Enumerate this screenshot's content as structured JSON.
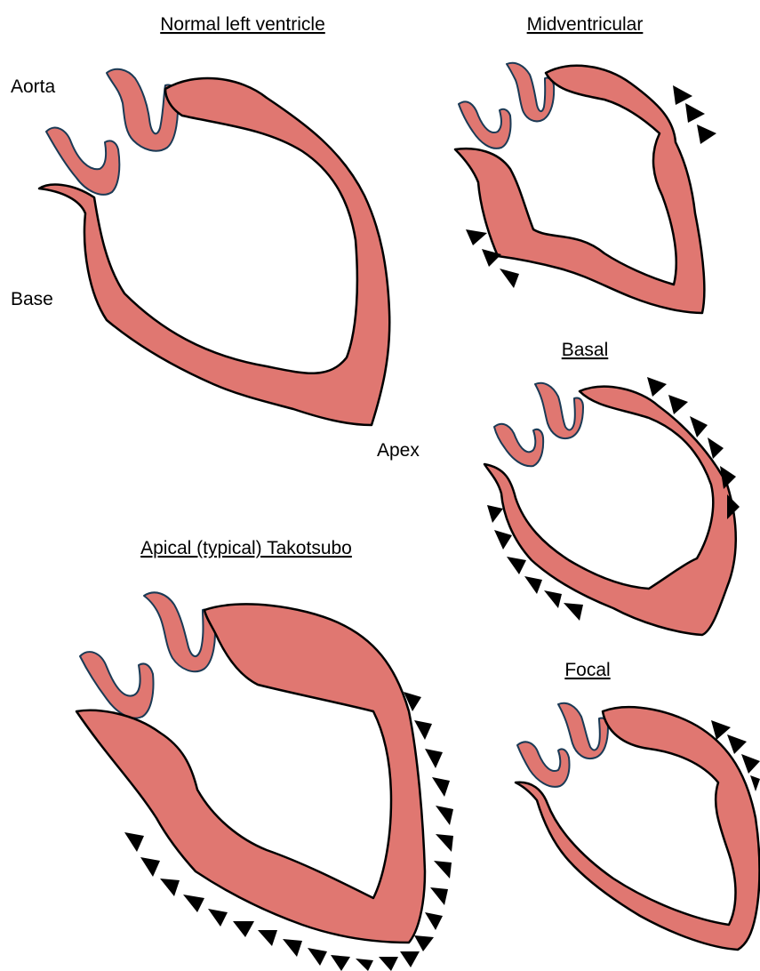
{
  "panels": {
    "normal": {
      "title": "Normal left ventricle",
      "label_aorta": "Aorta",
      "label_base": "Base",
      "label_apex": "Apex"
    },
    "midventricular": {
      "title": "Midventricular"
    },
    "basal": {
      "title": "Basal"
    },
    "apical": {
      "title": "Apical (typical) Takotsubo"
    },
    "focal": {
      "title": "Focal"
    }
  },
  "colors": {
    "myocardium": "#e07771",
    "outline": "#000000",
    "vessel_outline": "#1a3a55",
    "arrowhead": "#000000"
  },
  "icons": {
    "hypokinesis_marker": "arrowhead-triangle"
  }
}
